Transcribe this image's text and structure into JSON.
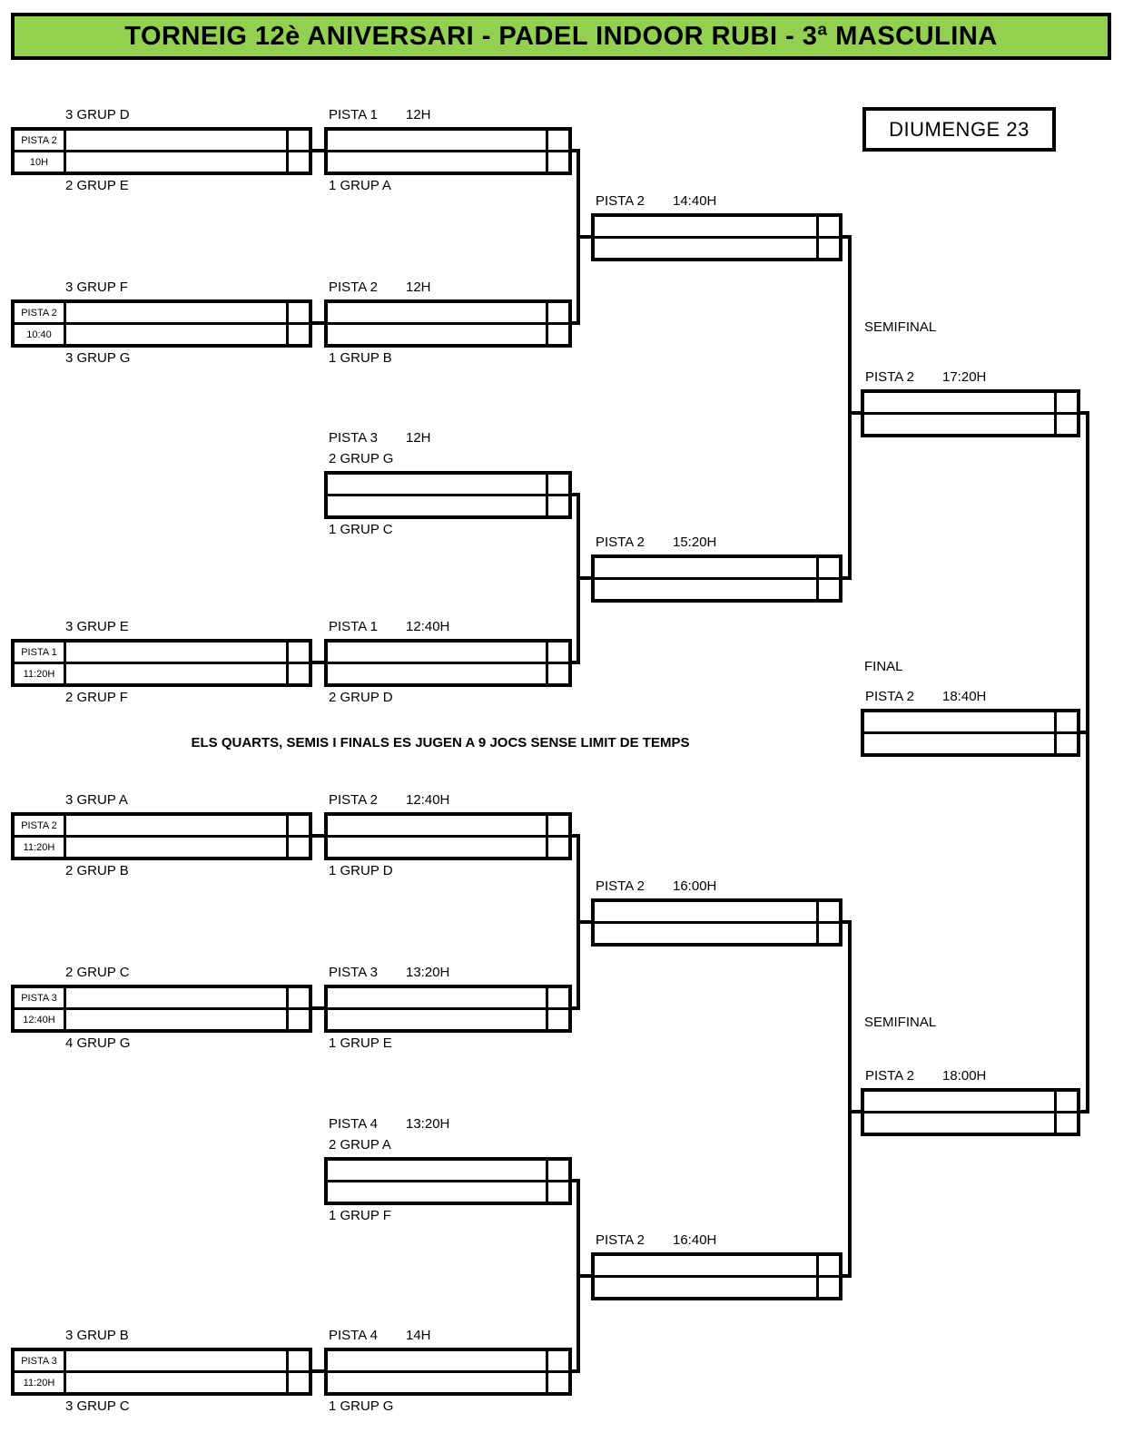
{
  "title": "TORNEIG 12è ANIVERSARI - PADEL INDOOR RUBI - 3ª MASCULINA",
  "date_box": "DIUMENGE 23",
  "note": "ELS QUARTS, SEMIS I FINALS ES JUGEN A 9 JOCS SENSE LIMIT DE TEMPS",
  "captions": {
    "semifinal": "SEMIFINAL",
    "final": "FINAL"
  },
  "colors": {
    "banner_green": "#92D050",
    "line_black": "#000000"
  },
  "matches": {
    "r1a": {
      "pista": "PISTA 2",
      "time": "10H",
      "top_label": "3 GRUP D",
      "bottom_label": "2 GRUP E"
    },
    "r2a": {
      "pista": "PISTA 1",
      "time": "12H",
      "bottom_label": "1 GRUP A"
    },
    "r1b": {
      "pista": "PISTA 2",
      "time": "10:40",
      "top_label": "3 GRUP F",
      "bottom_label": "3 GRUP G"
    },
    "r2b": {
      "pista": "PISTA 2",
      "time": "12H",
      "bottom_label": "1 GRUP B"
    },
    "r2c": {
      "pista": "PISTA 3",
      "time": "12H",
      "top_label": "2 GRUP G",
      "bottom_label": "1 GRUP C"
    },
    "r1c": {
      "pista": "PISTA 1",
      "time": "11:20H",
      "top_label": "3 GRUP E",
      "bottom_label": "2 GRUP F"
    },
    "r2d": {
      "pista": "PISTA 1",
      "time": "12:40H",
      "bottom_label": "2 GRUP D"
    },
    "r1d": {
      "pista": "PISTA 2",
      "time": "11:20H",
      "top_label": "3 GRUP A",
      "bottom_label": "2 GRUP B"
    },
    "r2e": {
      "pista": "PISTA 2",
      "time": "12:40H",
      "bottom_label": "1 GRUP D"
    },
    "r1e": {
      "pista": "PISTA 3",
      "time": "12:40H",
      "top_label": "2 GRUP C",
      "bottom_label": "4 GRUP G"
    },
    "r2f": {
      "pista": "PISTA 3",
      "time": "13:20H",
      "bottom_label": "1 GRUP E"
    },
    "r2g": {
      "pista": "PISTA 4",
      "time": "13:20H",
      "top_label": "2 GRUP A",
      "bottom_label": "1 GRUP F"
    },
    "r1f": {
      "pista": "PISTA 3",
      "time": "11:20H",
      "top_label": "3 GRUP B",
      "bottom_label": "3 GRUP C"
    },
    "r2h": {
      "pista": "PISTA 4",
      "time": "14H",
      "bottom_label": "1 GRUP G"
    },
    "qf1": {
      "pista": "PISTA 2",
      "time": "14:40H"
    },
    "qf2": {
      "pista": "PISTA 2",
      "time": "15:20H"
    },
    "qf3": {
      "pista": "PISTA 2",
      "time": "16:00H"
    },
    "qf4": {
      "pista": "PISTA 2",
      "time": "16:40H"
    },
    "sf1": {
      "pista": "PISTA 2",
      "time": "17:20H"
    },
    "sf2": {
      "pista": "PISTA 2",
      "time": "18:00H"
    },
    "fin": {
      "pista": "PISTA 2",
      "time": "18:40H"
    }
  }
}
